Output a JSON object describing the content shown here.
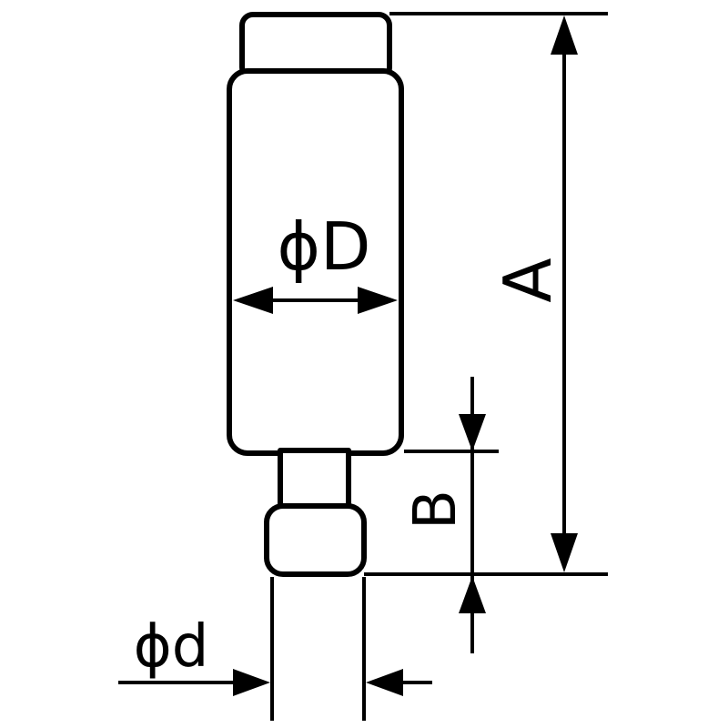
{
  "labels": {
    "outer_diameter": "ϕD",
    "overall_length": "A",
    "neck_length": "B",
    "inner_diameter": "ϕd"
  }
}
